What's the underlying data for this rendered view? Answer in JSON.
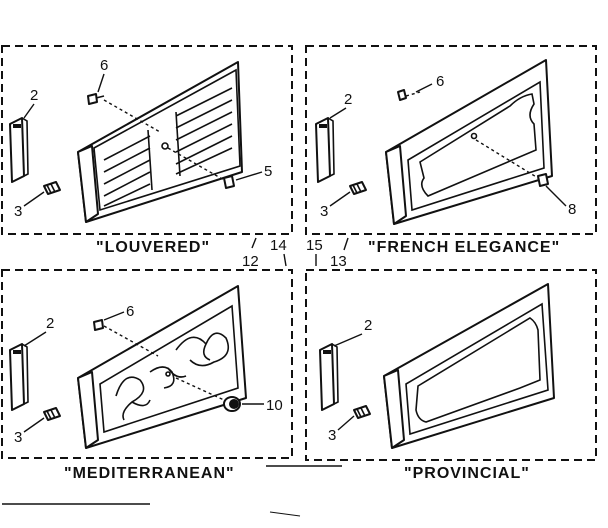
{
  "panels": {
    "louvered": {
      "title": "\"LOUVERED\"",
      "callouts": {
        "end_cap": "2",
        "screw_a": "6",
        "screw_b": "5",
        "insert": "3"
      }
    },
    "french_elegance": {
      "title": "\"FRENCH ELEGANCE\"",
      "callouts": {
        "end_cap": "2",
        "screw_a": "6",
        "screw_b": "8",
        "insert": "3"
      }
    },
    "mediterranean": {
      "title": "\"MEDITERRANEAN\"",
      "callouts": {
        "end_cap": "2",
        "screw_a": "6",
        "knob": "10",
        "insert": "3"
      }
    },
    "provincial": {
      "title": "\"PROVINCIAL\"",
      "callouts": {
        "end_cap": "2",
        "insert": "3"
      }
    }
  },
  "assembly_refs": {
    "a": "12",
    "b": "14",
    "c": "15",
    "d": "13"
  }
}
